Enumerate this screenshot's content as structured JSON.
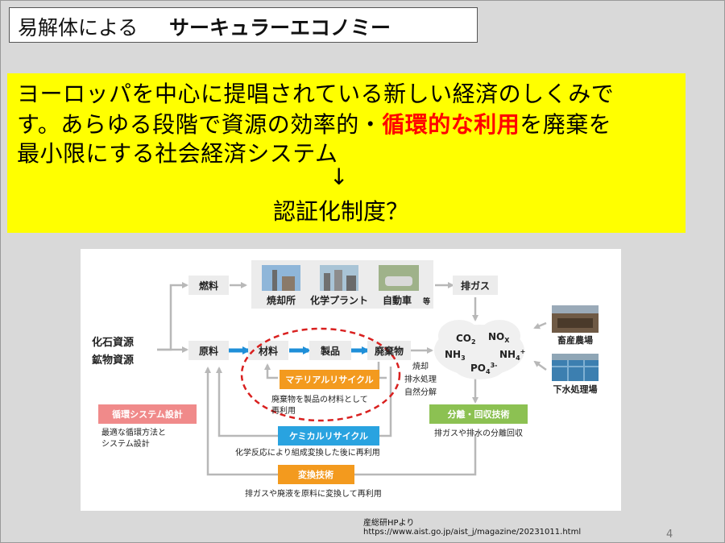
{
  "slide": {
    "title_normal": "易解体による",
    "title_bold": "サーキュラーエコノミー",
    "body": {
      "line1": "ヨーロッパを中心に提唱されている新しい経済のしくみで",
      "line2_a": "す。あらゆる段階で資源の効率的・",
      "line2_red": "循環的な利用",
      "line2_b": "を廃棄を",
      "line3": "最小限にする社会経済システム",
      "arrow": "↓",
      "question": "認証化制度？"
    },
    "source_line1": "産総研HPより",
    "source_line2": "https://www.aist.go.jp/aist_j/magazine/20231011.html",
    "page_number": "4"
  },
  "diagram": {
    "fuel": "燃料",
    "incinerator": "焼却所",
    "chem_plant": "化学プラント",
    "car": "自動車",
    "car_suffix": "等",
    "exhaust": "排ガス",
    "fossil": "化石資源",
    "mineral": "鉱物資源",
    "raw": "原料",
    "material": "材料",
    "product": "製品",
    "waste": "廃棄物",
    "material_recycle": "マテリアルリサイクル",
    "mr_desc1": "廃棄物を製品の材料として",
    "mr_desc2": "再利用",
    "incineration": "焼却",
    "effluent": "排水処理",
    "natural": "自然分解",
    "chem_co2": "CO",
    "chem_co2_sub": "2",
    "chem_nox": "NO",
    "chem_nox_sub": "X",
    "chem_nh3": "NH",
    "chem_nh3_sub": "3",
    "chem_nh4": "NH",
    "chem_nh4_sub": "4",
    "chem_nh4_sup": "+",
    "chem_po4": "PO",
    "chem_po4_sub": "4",
    "chem_po4_sup": "3-",
    "livestock": "畜産農場",
    "sewage": "下水処理場",
    "separation": "分離・回収技術",
    "separation_desc": "排ガスや排水の分離回収",
    "circ_design": "循環システム設計",
    "cd_desc1": "最適な循環方法と",
    "cd_desc2": "システム設計",
    "chemical_recycle": "ケミカルリサイクル",
    "cr_desc": "化学反応により組成変換した後に再利用",
    "conversion": "変換技術",
    "conv_desc": "排ガスや廃液を原料に変換して再利用",
    "colors": {
      "orange": "#f39a1e",
      "blue_box": "#29a3e0",
      "blue_arrow": "#1f8fd8",
      "green": "#8cc152",
      "pink": "#f08a8a",
      "dashed_red": "#d9201f",
      "gray_line": "#b8b8b8"
    }
  }
}
